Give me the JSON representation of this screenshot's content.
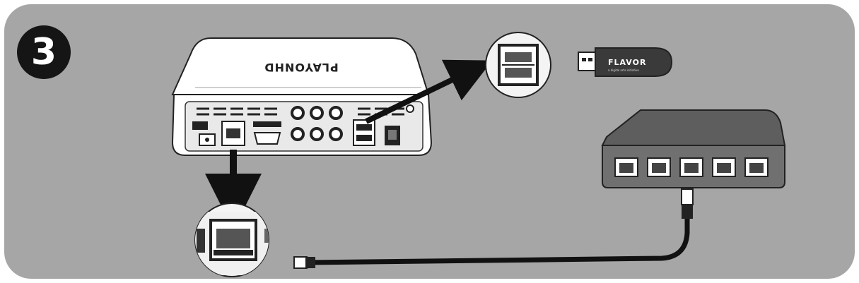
{
  "step": {
    "number": "3"
  },
  "device": {
    "brand_mirrored": "PLAYONHD"
  },
  "usb_stick": {
    "brand": "FLAVOR",
    "tagline": "a digital arts initiative"
  },
  "colors": {
    "panel_background": "#a6a6a6",
    "badge": "#151515",
    "device_body": "#ffffff",
    "arrow": "#111111",
    "cable": "#111111",
    "switch_body": "#707070",
    "switch_top": "#5e5e5e"
  },
  "icons": [
    "step-number-badge",
    "media-player-device",
    "usb-port-zoom-icon",
    "usb-flash-drive-icon",
    "ethernet-port-zoom-icon",
    "network-switch-icon",
    "ethernet-cable-icon",
    "arrow-icon"
  ]
}
